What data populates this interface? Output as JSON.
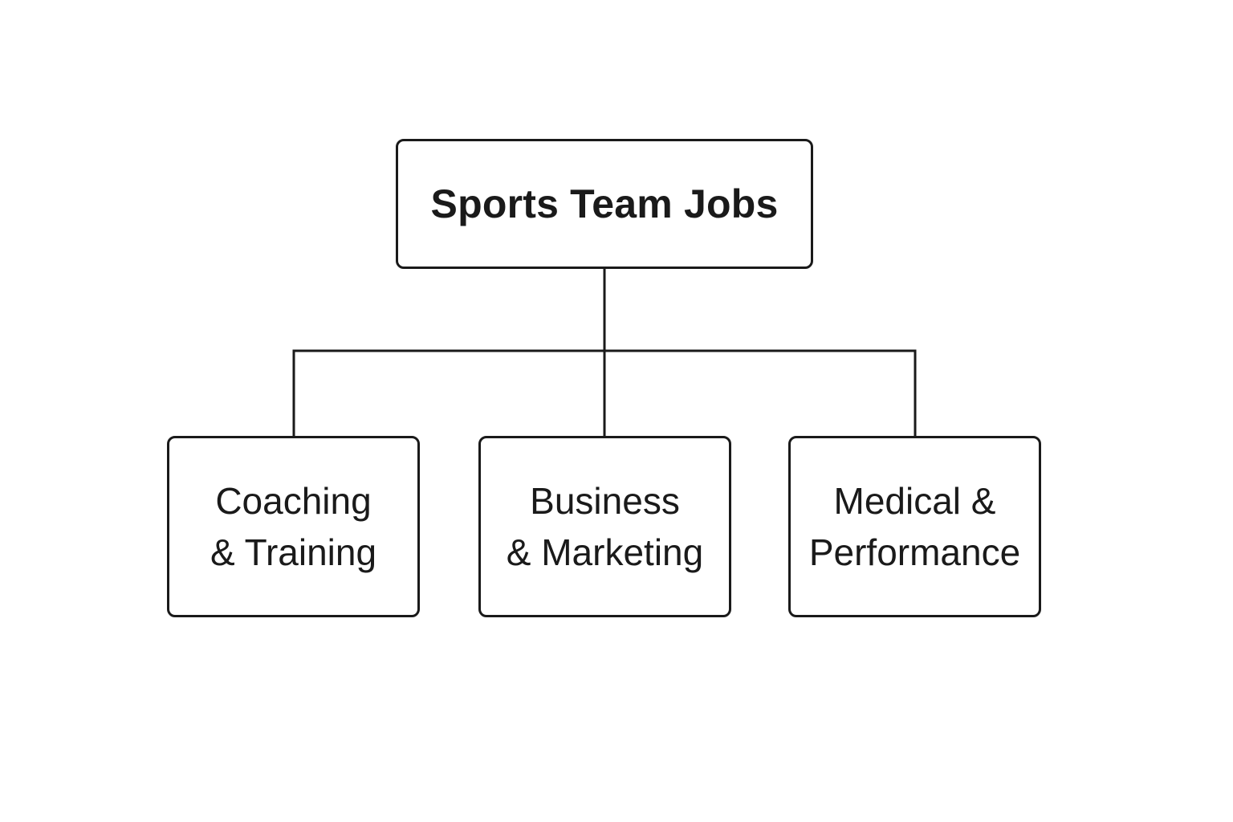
{
  "diagram": {
    "root": {
      "label": "Sports Team Jobs"
    },
    "children": [
      {
        "lines": [
          "Coaching",
          "& Training"
        ]
      },
      {
        "lines": [
          "Business",
          "& Marketing"
        ]
      },
      {
        "lines": [
          "Medical &",
          "Performance"
        ]
      }
    ],
    "colors": {
      "stroke": "#1a1a1a",
      "background": "#ffffff"
    }
  }
}
